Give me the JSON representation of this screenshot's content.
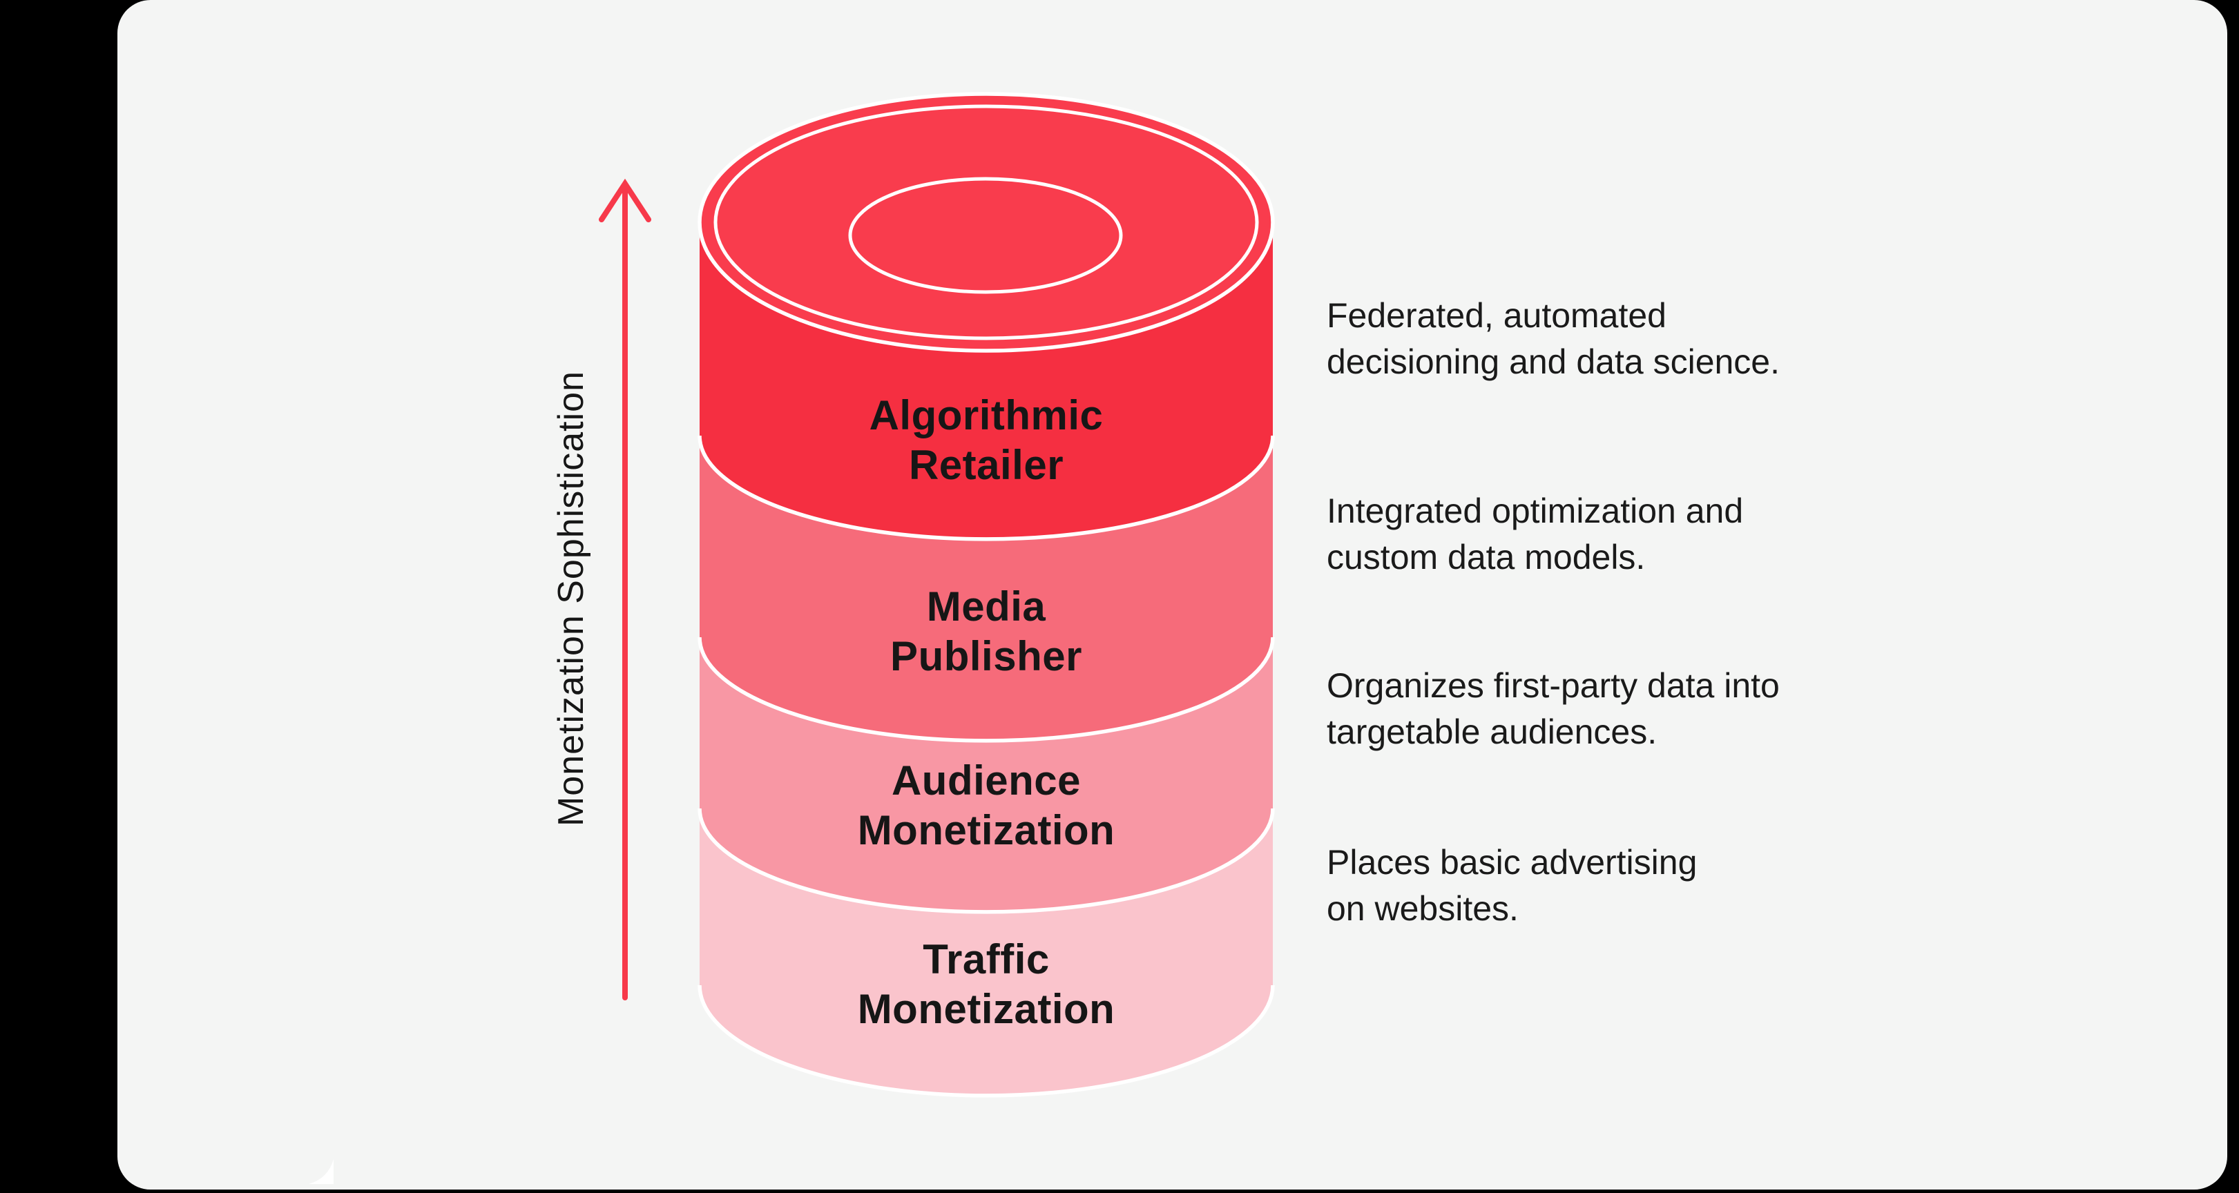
{
  "page": {
    "background_color": "#000000",
    "card_color": "#F4F5F4"
  },
  "axis": {
    "label": "Monetization Sophistication",
    "arrow_color": "#F7394A",
    "text_color": "#161616"
  },
  "cylinder": {
    "top_face_color": "#F93C4D",
    "edge_color": "#FFFFFF",
    "label_text_color": "#161616",
    "layers": [
      {
        "name_line1": "Algorithmic",
        "name_line2": "Retailer",
        "color": "#F52F41",
        "desc_line1": "Federated, automated",
        "desc_line2": "decisioning and data science."
      },
      {
        "name_line1": "Media",
        "name_line2": "Publisher",
        "color": "#F66B7A",
        "desc_line1": "Integrated optimization and",
        "desc_line2": "custom data models."
      },
      {
        "name_line1": "Audience",
        "name_line2": "Monetization",
        "color": "#F897A4",
        "desc_line1": "Organizes first-party data into",
        "desc_line2": "targetable audiences."
      },
      {
        "name_line1": "Traffic",
        "name_line2": "Monetization",
        "color": "#FAC4CC",
        "desc_line1": "Places basic advertising",
        "desc_line2": "on websites."
      }
    ]
  }
}
